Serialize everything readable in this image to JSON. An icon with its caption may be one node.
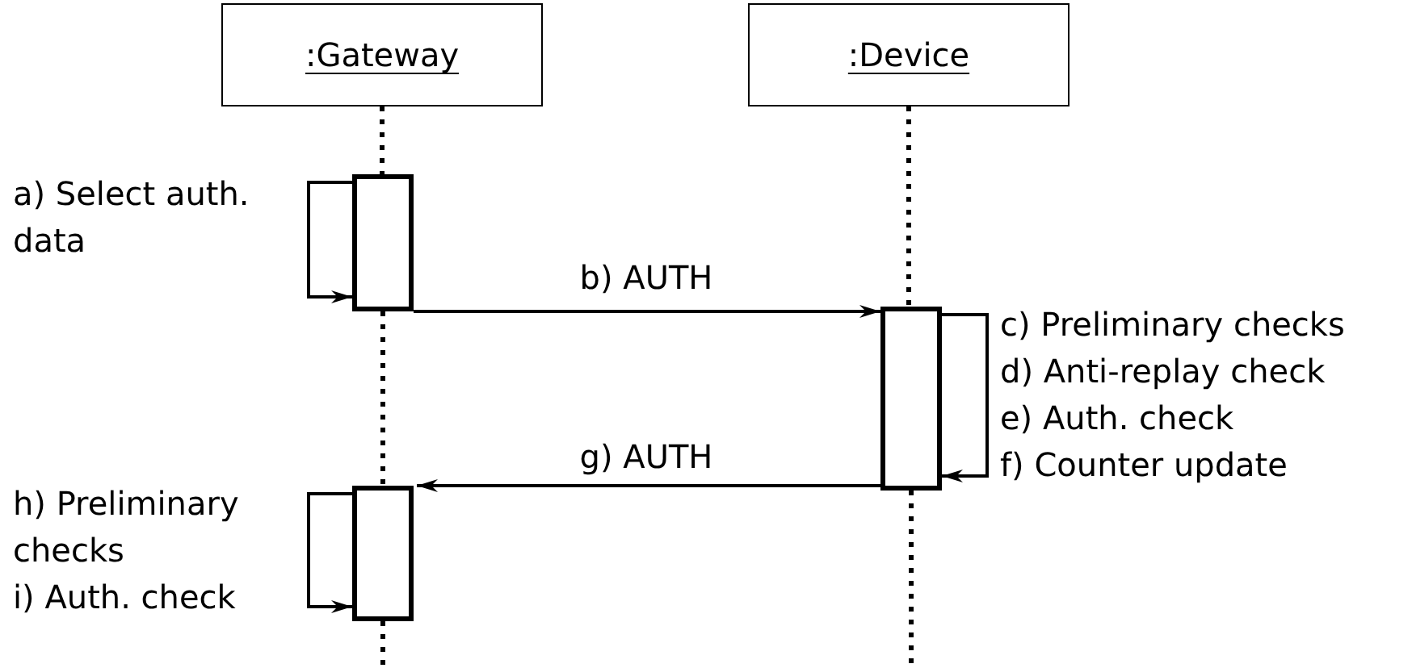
{
  "diagram": {
    "nodes": [
      {
        "text": [
          ":Gateway"
        ]
      },
      {
        "text": [
          ":Device"
        ]
      },
      {
        "text": [],
        "shape": "bar",
        "beside": [
          "a) Select auth. data"
        ]
      },
      {
        "text": [],
        "shape": "bar",
        "beside": [
          "c) Preliminary checks",
          "d) Anti-replay check",
          "e) Auth. check",
          "f) Counter update"
        ]
      },
      {
        "text": [],
        "shape": "bar",
        "beside": [
          "h) Preliminary checks",
          "i) Auth. check"
        ]
      }
    ],
    "edges": [
      {
        "from": 0,
        "to": 2,
        "arrow": "none",
        "style": "dashed"
      },
      {
        "from": 2,
        "to": 4,
        "arrow": "none",
        "style": "dashed"
      },
      {
        "from": 4,
        "to": null,
        "arrow": "none",
        "style": "dashed"
      },
      {
        "from": 1,
        "to": 3,
        "arrow": "none",
        "style": "dashed"
      },
      {
        "from": 3,
        "to": null,
        "arrow": "none",
        "style": "dashed"
      },
      {
        "from": 2,
        "to": 2,
        "arrow": "to"
      },
      {
        "from": 2,
        "to": 3,
        "arrow": "to",
        "label": "b) AUTH"
      },
      {
        "from": 3,
        "to": 3,
        "arrow": "to"
      },
      {
        "from": 3,
        "to": 4,
        "arrow": "to",
        "label": "g) AUTH"
      },
      {
        "from": 4,
        "to": 4,
        "arrow": "to"
      }
    ]
  }
}
